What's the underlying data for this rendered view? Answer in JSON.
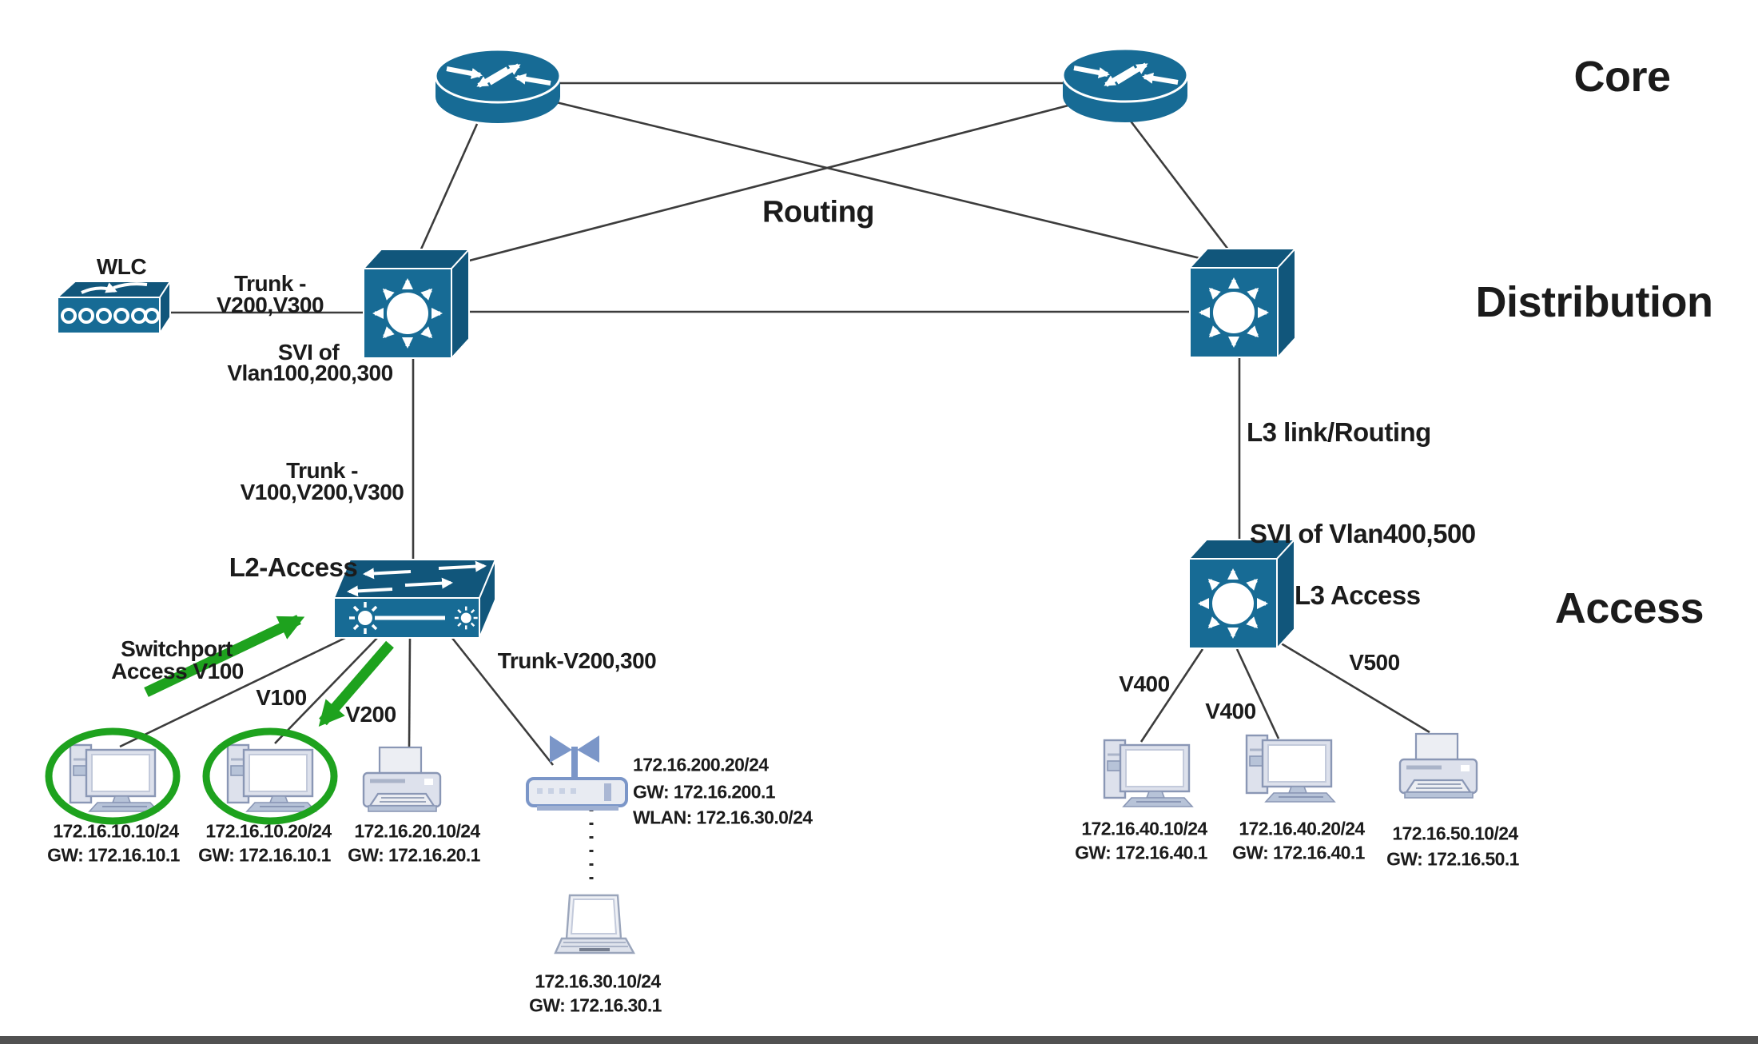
{
  "layer_labels": {
    "core": "Core",
    "distribution": "Distribution",
    "access": "Access"
  },
  "routing_label": "Routing",
  "wlc_label": "WLC",
  "switch_labels": {
    "l2_access": "L2-Access",
    "l3_access": "L3 Access"
  },
  "link_labels": {
    "trunk_wlc_line1": "Trunk -",
    "trunk_wlc_line2": "V200,V300",
    "svi_dist_line1": "SVI of",
    "svi_dist_line2": "Vlan100,200,300",
    "trunk_dist_line1": "Trunk -",
    "trunk_dist_line2": "V100,V200,V300",
    "l3_link": "L3 link/Routing",
    "svi_l3_access": "SVI of Vlan400,500",
    "switchport_line1": "Switchport",
    "switchport_line2": "Access V100",
    "v100": "V100",
    "v200": "V200",
    "trunk_l2": "Trunk-V200,300",
    "v400_left": "V400",
    "v400_mid": "V400",
    "v500": "V500"
  },
  "hosts": {
    "pc1": {
      "ip": "172.16.10.10/24",
      "gw": "GW: 172.16.10.1"
    },
    "pc2": {
      "ip": "172.16.10.20/24",
      "gw": "GW: 172.16.10.1"
    },
    "printer1": {
      "ip": "172.16.20.10/24",
      "gw": "GW: 172.16.20.1"
    },
    "ap": {
      "ip": "172.16.200.20/24",
      "gw": "GW: 172.16.200.1",
      "wlan": "WLAN: 172.16.30.0/24"
    },
    "laptop": {
      "ip": "172.16.30.10/24",
      "gw": "GW: 172.16.30.1"
    },
    "pc3": {
      "ip": "172.16.40.10/24",
      "gw": "GW: 172.16.40.1"
    },
    "pc4": {
      "ip": "172.16.40.20/24",
      "gw": "GW: 172.16.40.1"
    },
    "printer2": {
      "ip": "172.16.50.10/24",
      "gw": "GW: 172.16.50.1"
    }
  },
  "icons": {
    "router": "blue-cylinder-with-arrows",
    "multilayer_switch": "blue-cube-radiating-arrows",
    "l2_switch": "blue-box-double-arrows-sparks",
    "wlc": "blue-box-with-rings",
    "desktop_pc": "tower-monitor-keyboard",
    "printer": "printer-with-paper",
    "wireless_ap": "access-point-antennas",
    "laptop": "laptop",
    "annotation_arrow": "thick-green-arrow",
    "annotation_circle": "green-ellipse"
  },
  "colors": {
    "device_blue": "#176b95",
    "device_blue_dark": "#11567b",
    "annotation_green": "#1ea21e",
    "line_color": "#3c3c3c",
    "host_fill": "#dde1ec",
    "host_stroke": "#8a97b5",
    "footer_bar": "#515151",
    "text_color": "#1b1b1b"
  }
}
